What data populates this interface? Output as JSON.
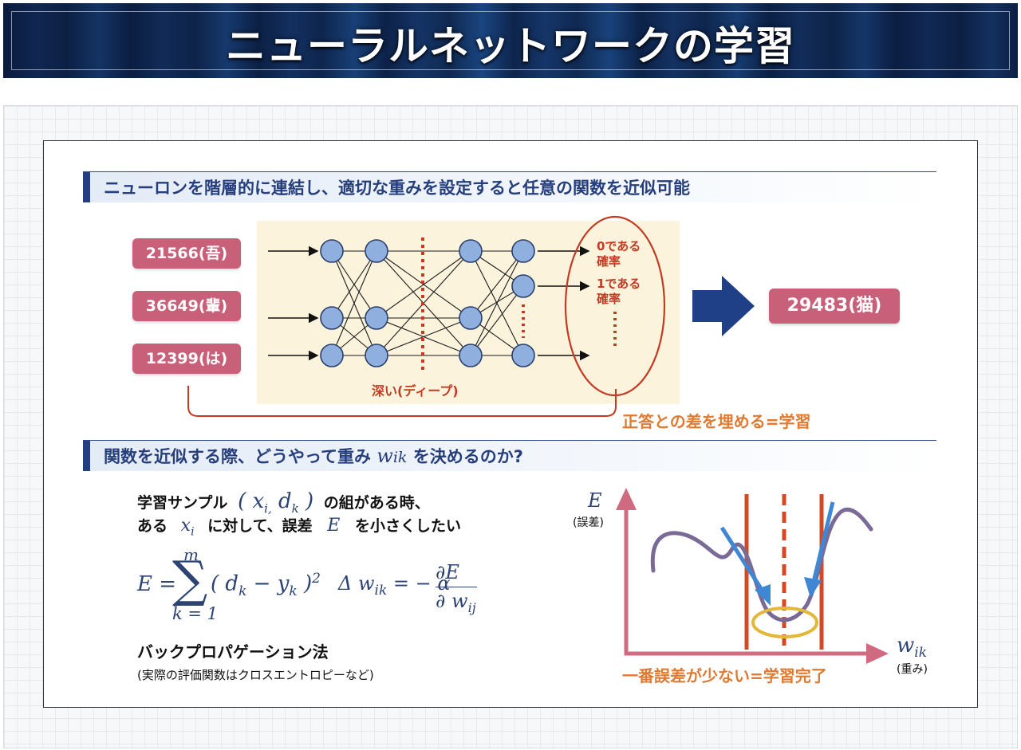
{
  "title": "ニューラルネットワークの学習",
  "section1": {
    "heading": "ニューロンを階層的に連結し、適切な重みを設定すると任意の関数を近似可能"
  },
  "inputs": [
    "21566(吾)",
    "36649(輩)",
    "12399(は)"
  ],
  "output_labels": {
    "p0_line1": "0である",
    "p0_line2": "確率",
    "p1_line1": "1である",
    "p1_line2": "確率"
  },
  "deep_label": "深い(ディープ)",
  "result": "29483(猫)",
  "feedback_label": "正答との差を埋める=学習",
  "section2": {
    "heading_before": "関数を近似する際、どうやって重み",
    "heading_var": "w",
    "heading_sub": "ik",
    "heading_after": "を決めるのか?"
  },
  "text": {
    "line1_a": "学習サンプル",
    "line1_b": "の組がある時、",
    "line2_a": "ある",
    "line2_b": "に対して、誤差",
    "line2_c": "を小さくしたい",
    "method": "バックプロパゲーション法",
    "method_note": "(実際の評価関数はクロスエントロピーなど)"
  },
  "graph": {
    "y_var": "E",
    "y_label": "(誤差)",
    "x_var": "w",
    "x_sub": "ik",
    "x_label": "(重み)",
    "caption": "一番誤差が少ない=学習完了"
  },
  "colors": {
    "navy": "#243f80",
    "pill": "#c8607a",
    "red": "#c23b22",
    "orange": "#e07a30",
    "node": "#8fb0de",
    "axis": "#cf6a80",
    "curve": "#7a6a96",
    "arrow_blue": "#3f86d4",
    "ellipse_yellow": "#e2b73a",
    "big_arrow": "#1f3f86"
  }
}
